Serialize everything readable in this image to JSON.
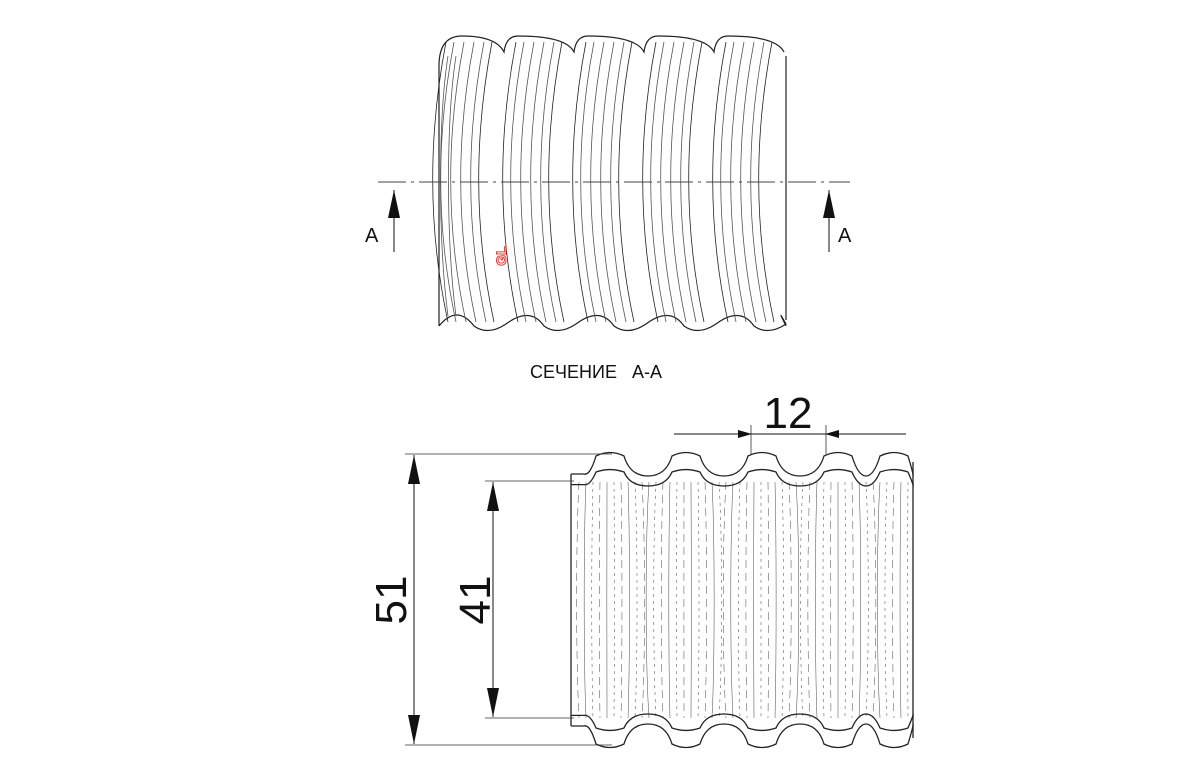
{
  "labels": {
    "section_mark_left": "A",
    "section_mark_right": "A",
    "section_title": "СЕЧЕНИЕ   А-А",
    "logo_text": "GL"
  },
  "dimensions": {
    "pitch": "12",
    "outer_diameter": "51",
    "inner_diameter": "41"
  },
  "colors": {
    "line": "#222222",
    "logo": "#e23b3b"
  }
}
